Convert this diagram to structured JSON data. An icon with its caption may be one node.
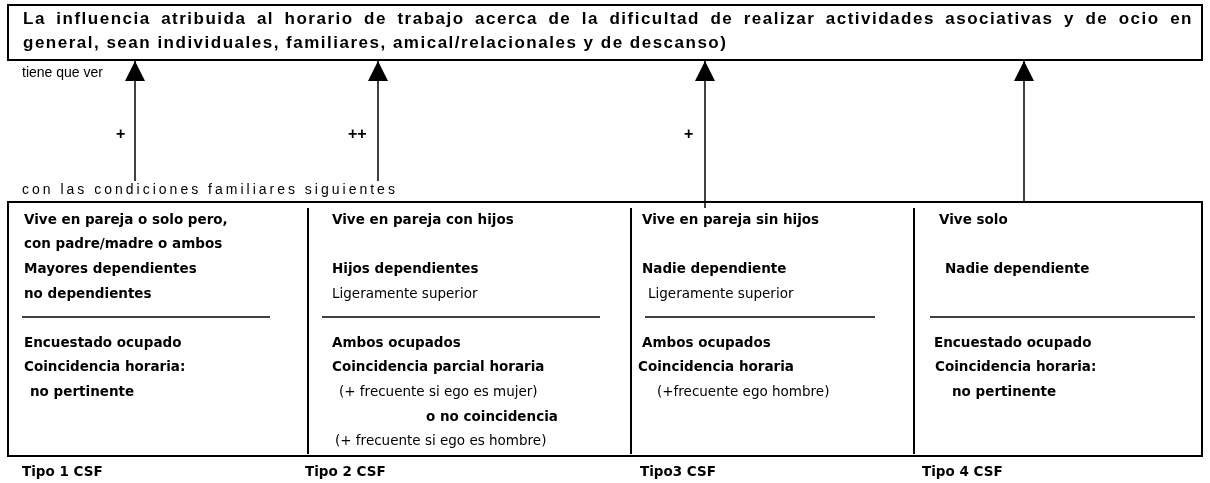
{
  "diagram": {
    "nodes": [
      {
        "text": [
          "La influencia atribuida al horario de trabajo acerca de la dificultad de realizar actividades asociativas y de ocio en general, sean individuales, familiares, amical/relacionales  y de descanso)"
        ],
        "beside": [
          "tiene que ver"
        ]
      },
      {
        "text": [
          "con las condiciones familiares siguientes"
        ]
      },
      {
        "text": [],
        "shape": "box"
      },
      {
        "text": [
          "Vive en pareja o solo pero, con padre/madre o ambos",
          "Mayores dependientes",
          "no dependientes",
          "Encuestado ocupado",
          "Coincidencia horaria:",
          "no pertinente"
        ],
        "in": 2
      },
      {
        "text": [
          "Vive en pareja con hijos",
          "Hijos dependientes",
          "Ligeramente superior",
          "Ambos ocupados",
          "Coincidencia parcial horaria",
          "(+ frecuente si ego es mujer)",
          "o no coincidencia",
          "(+ frecuente si ego es hombre)"
        ],
        "in": 2
      },
      {
        "text": [
          "Vive en pareja sin hijos",
          "Nadie dependiente",
          "Ligeramente superior",
          "Ambos ocupados",
          "Coincidencia horaria",
          "(+frecuente ego hombre)"
        ],
        "in": 2
      },
      {
        "text": [
          "Vive solo",
          "Nadie dependiente",
          "Encuestado ocupado",
          "Coincidencia horaria:",
          "no pertinente"
        ],
        "in": 2
      }
    ],
    "edges": [
      {
        "from": 1,
        "to": 0,
        "arrow": "to",
        "label": "+"
      },
      {
        "from": 1,
        "to": 0,
        "arrow": "to",
        "label": "++"
      },
      {
        "from": 5,
        "to": 0,
        "arrow": "to",
        "label": "+"
      },
      {
        "from": 6,
        "to": 0,
        "arrow": "to"
      }
    ],
    "labels": [
      "Tipo 1 CSF",
      "Tipo 2 CSF",
      "Tipo3 CSF",
      "Tipo 4 CSF"
    ]
  }
}
